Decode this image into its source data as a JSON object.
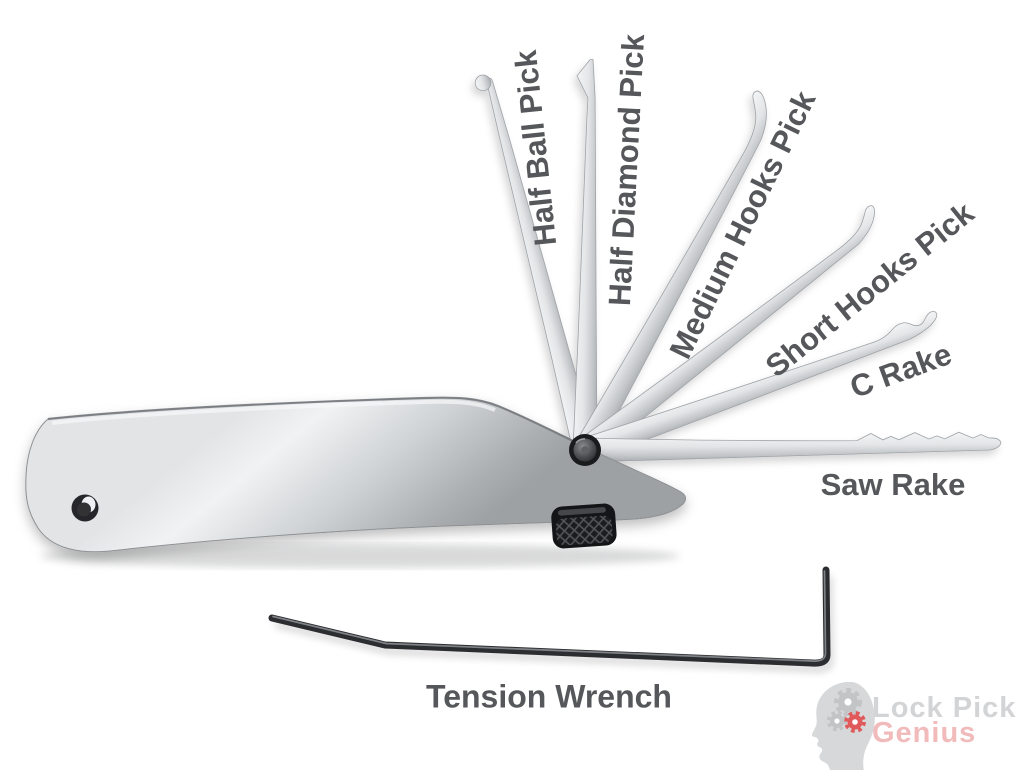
{
  "labels": {
    "half_ball": "Half Ball Pick",
    "half_diamond": "Half Diamond Pick",
    "medium_hooks": "Medium Hooks Pick",
    "short_hooks": "Short Hooks Pick",
    "c_rake": "C Rake",
    "saw_rake": "Saw Rake",
    "tension_wrench": "Tension Wrench"
  },
  "logo": {
    "line1": "Lock Pick",
    "line2": "Genius"
  },
  "colors": {
    "background": "#ffffff",
    "label_text": "#56575a",
    "steel_highlight": "#f2f3f4",
    "steel_mid": "#c9cccf",
    "steel_shadow": "#a7abae",
    "wrench_metal": "#2c2d30",
    "hardware_black": "#141517",
    "logo_text_gray": "#d3d4d6",
    "logo_text_pink": "#f1babb",
    "logo_gear_gray": "#c3c4c6",
    "logo_gear_red": "#e05a5c",
    "logo_silhouette": "#d7d8da"
  }
}
